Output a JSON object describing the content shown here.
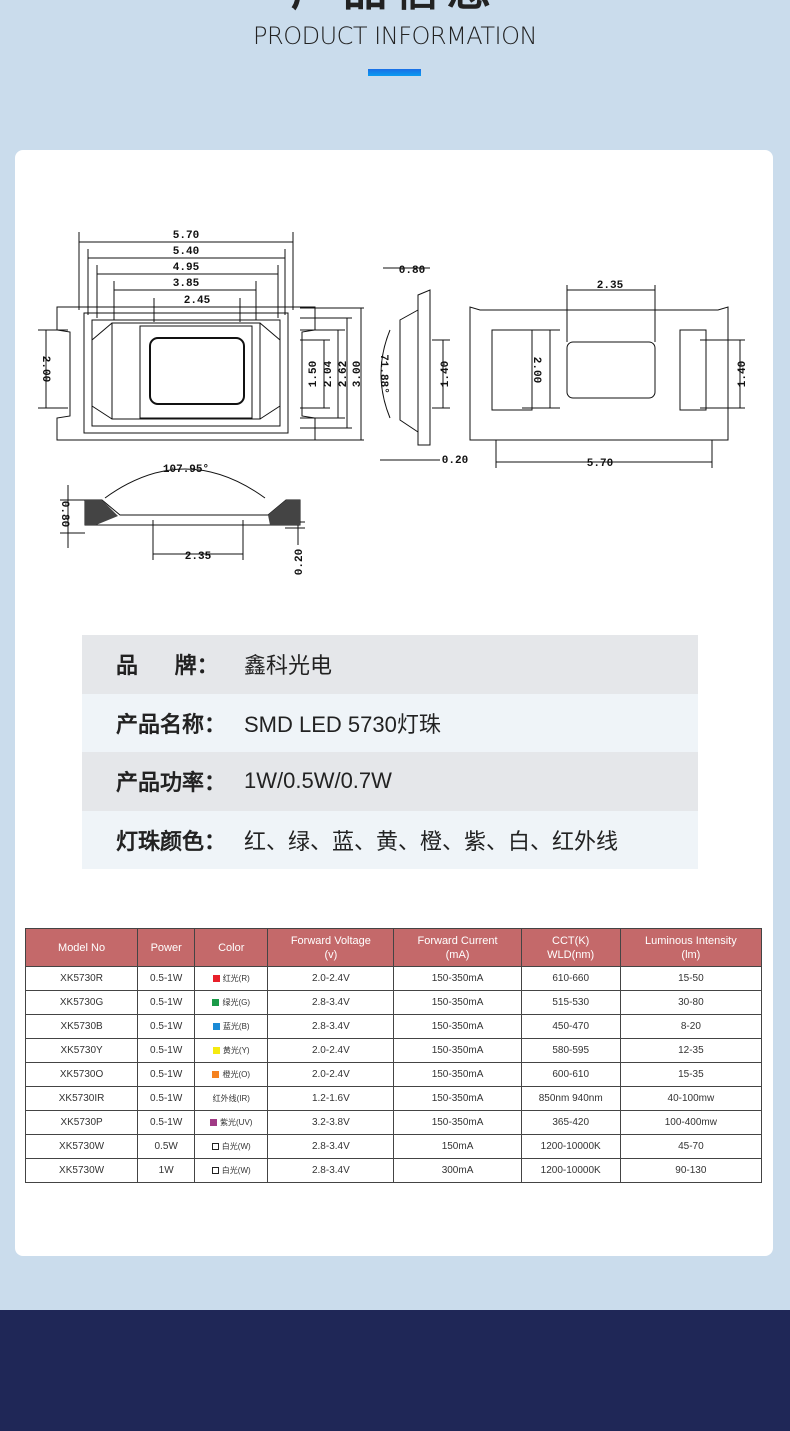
{
  "header": {
    "title_cn": "产品信息",
    "title_en": "PRODUCT INFORMATION"
  },
  "drawing": {
    "top_dims": [
      "5.70",
      "5.40",
      "4.95",
      "3.85",
      "2.45"
    ],
    "left_dim": "2.00",
    "right_dims": [
      "1.50",
      "2.04",
      "2.62",
      "3.00"
    ],
    "side_dims": {
      "top": "0.80",
      "angle": "71.88°",
      "height": "1.40",
      "bottom": "0.20"
    },
    "back_dims": {
      "top": "2.35",
      "left": "2.00",
      "right": "1.40",
      "bottom": "5.70"
    },
    "profile_dims": {
      "angle": "107.95°",
      "height": "0.80",
      "width": "2.35",
      "bottom": "0.20"
    }
  },
  "info": [
    {
      "label": "品      牌：",
      "value": "鑫科光电"
    },
    {
      "label": "产品名称：",
      "value": "SMD LED 5730灯珠"
    },
    {
      "label": "产品功率：",
      "value": "1W/0.5W/0.7W"
    },
    {
      "label": "灯珠颜色：",
      "value": "红、绿、蓝、黄、橙、紫、白、红外线"
    }
  ],
  "table": {
    "headers": [
      "Model No",
      "Power",
      "Color",
      "Forward Voltage\n(v)",
      "Forward Current\n(mA)",
      "CCT(K)\nWLD(nm)",
      "Luminous Intensity\n(lm)"
    ],
    "rows": [
      {
        "model": "XK5730R",
        "power": "0.5-1W",
        "swatch": "#e8202a",
        "color": "红光(R)",
        "fv": "2.0-2.4V",
        "fc": "150-350mA",
        "cct": "610-660",
        "lm": "15-50"
      },
      {
        "model": "XK5730G",
        "power": "0.5-1W",
        "swatch": "#1a9a48",
        "color": "绿光(G)",
        "fv": "2.8-3.4V",
        "fc": "150-350mA",
        "cct": "515-530",
        "lm": "30-80"
      },
      {
        "model": "XK5730B",
        "power": "0.5-1W",
        "swatch": "#1a8ad6",
        "color": "蓝光(B)",
        "fv": "2.8-3.4V",
        "fc": "150-350mA",
        "cct": "450-470",
        "lm": "8-20"
      },
      {
        "model": "XK5730Y",
        "power": "0.5-1W",
        "swatch": "#f5ea10",
        "color": "黄光(Y)",
        "fv": "2.0-2.4V",
        "fc": "150-350mA",
        "cct": "580-595",
        "lm": "12-35"
      },
      {
        "model": "XK5730O",
        "power": "0.5-1W",
        "swatch": "#f58220",
        "color": "橙光(O)",
        "fv": "2.0-2.4V",
        "fc": "150-350mA",
        "cct": "600-610",
        "lm": "15-35"
      },
      {
        "model": "XK5730IR",
        "power": "0.5-1W",
        "swatch": "",
        "color": "红外线(IR)",
        "fv": "1.2-1.6V",
        "fc": "150-350mA",
        "cct": "850nm  940nm",
        "lm": "40-100mw"
      },
      {
        "model": "XK5730P",
        "power": "0.5-1W",
        "swatch": "#a03a85",
        "color": "紫光(UV)",
        "fv": "3.2-3.8V",
        "fc": "150-350mA",
        "cct": "365-420",
        "lm": "100-400mw"
      },
      {
        "model": "XK5730W",
        "power": "0.5W",
        "swatch": "white",
        "color": "白光(W)",
        "fv": "2.8-3.4V",
        "fc": "150mA",
        "cct": "1200-10000K",
        "lm": "45-70"
      },
      {
        "model": "XK5730W",
        "power": "1W",
        "swatch": "white",
        "color": "白光(W)",
        "fv": "2.8-3.4V",
        "fc": "300mA",
        "cct": "1200-10000K",
        "lm": "90-130"
      }
    ]
  }
}
